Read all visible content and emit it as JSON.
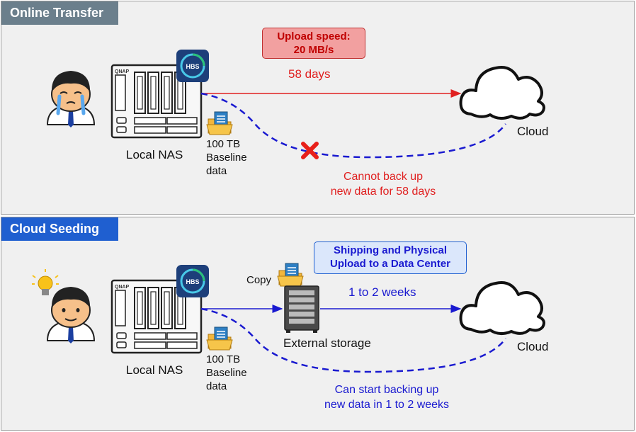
{
  "online": {
    "tab_label": "Online Transfer",
    "speed_callout_line1": "Upload speed:",
    "speed_callout_line2": "20 MB/s",
    "duration": "58 days",
    "nas_label": "Local NAS",
    "baseline_line1": "100 TB",
    "baseline_line2": "Baseline",
    "baseline_line3": "data",
    "cloud_label": "Cloud",
    "warning_line1": "Cannot back up",
    "warning_line2": "new data for 58 days"
  },
  "seeding": {
    "tab_label": "Cloud Seeding",
    "callout_line1": "Shipping and Physical",
    "callout_line2": "Upload to a Data Center",
    "duration": "1 to 2 weeks",
    "copy_label": "Copy",
    "storage_label": "External storage",
    "nas_label": "Local NAS",
    "baseline_line1": "100 TB",
    "baseline_line2": "Baseline",
    "baseline_line3": "data",
    "cloud_label": "Cloud",
    "result_line1": "Can start backing up",
    "result_line2": "new data in 1 to 2 weeks"
  },
  "colors": {
    "online_tab": "#6b7f8c",
    "seeding_tab": "#1f5fd0",
    "red_line": "#e02020",
    "blue_line": "#1a1ad0",
    "red_callout_bg": "#f2a0a0",
    "blue_callout_bg": "#dbe7fb"
  }
}
